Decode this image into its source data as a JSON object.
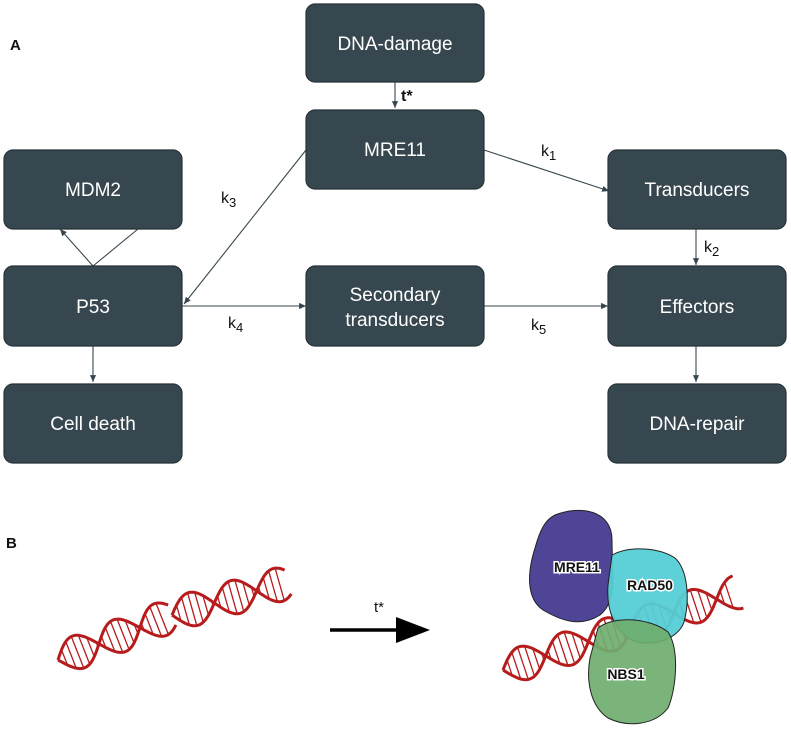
{
  "panel_a": {
    "label": "A",
    "nodes": {
      "dna_damage": "DNA-damage",
      "mre11": "MRE11",
      "mdm2": "MDM2",
      "transducers": "Transducers",
      "p53": "P53",
      "secondary_line1": "Secondary",
      "secondary_line2": "transducers",
      "effectors": "Effectors",
      "cell_death": "Cell death",
      "dna_repair": "DNA-repair"
    },
    "edge_labels": {
      "t_star": "t*",
      "k1": "k",
      "k1_sub": "1",
      "k2": "k",
      "k2_sub": "2",
      "k3": "k",
      "k3_sub": "3",
      "k4": "k",
      "k4_sub": "4",
      "k5": "k",
      "k5_sub": "5"
    },
    "colors": {
      "node_fill": "#37474f",
      "node_text": "#ffffff",
      "edge": "#37474f"
    }
  },
  "panel_b": {
    "label": "B",
    "arrow_label": "t*",
    "proteins": {
      "mre11": "MRE11",
      "rad50": "RAD50",
      "nbs1": "NBS1"
    },
    "colors": {
      "dna": "#b71c1c",
      "mre11": "#4e4597",
      "rad50": "#55cfd6",
      "nbs1": "#6fae6f"
    }
  }
}
